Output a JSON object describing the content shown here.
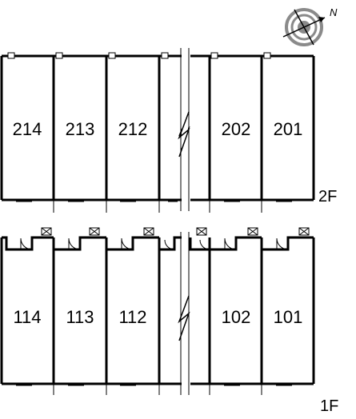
{
  "floors": {
    "upper": {
      "label": "2F",
      "units": [
        "214",
        "213",
        "212",
        "202",
        "201"
      ]
    },
    "lower": {
      "label": "1F",
      "units": [
        "114",
        "113",
        "112",
        "102",
        "101"
      ]
    }
  },
  "compass": {
    "north_label": "N"
  },
  "colors": {
    "line": "#000000",
    "compass_ring": "#8a8a8a",
    "background": "#ffffff"
  }
}
